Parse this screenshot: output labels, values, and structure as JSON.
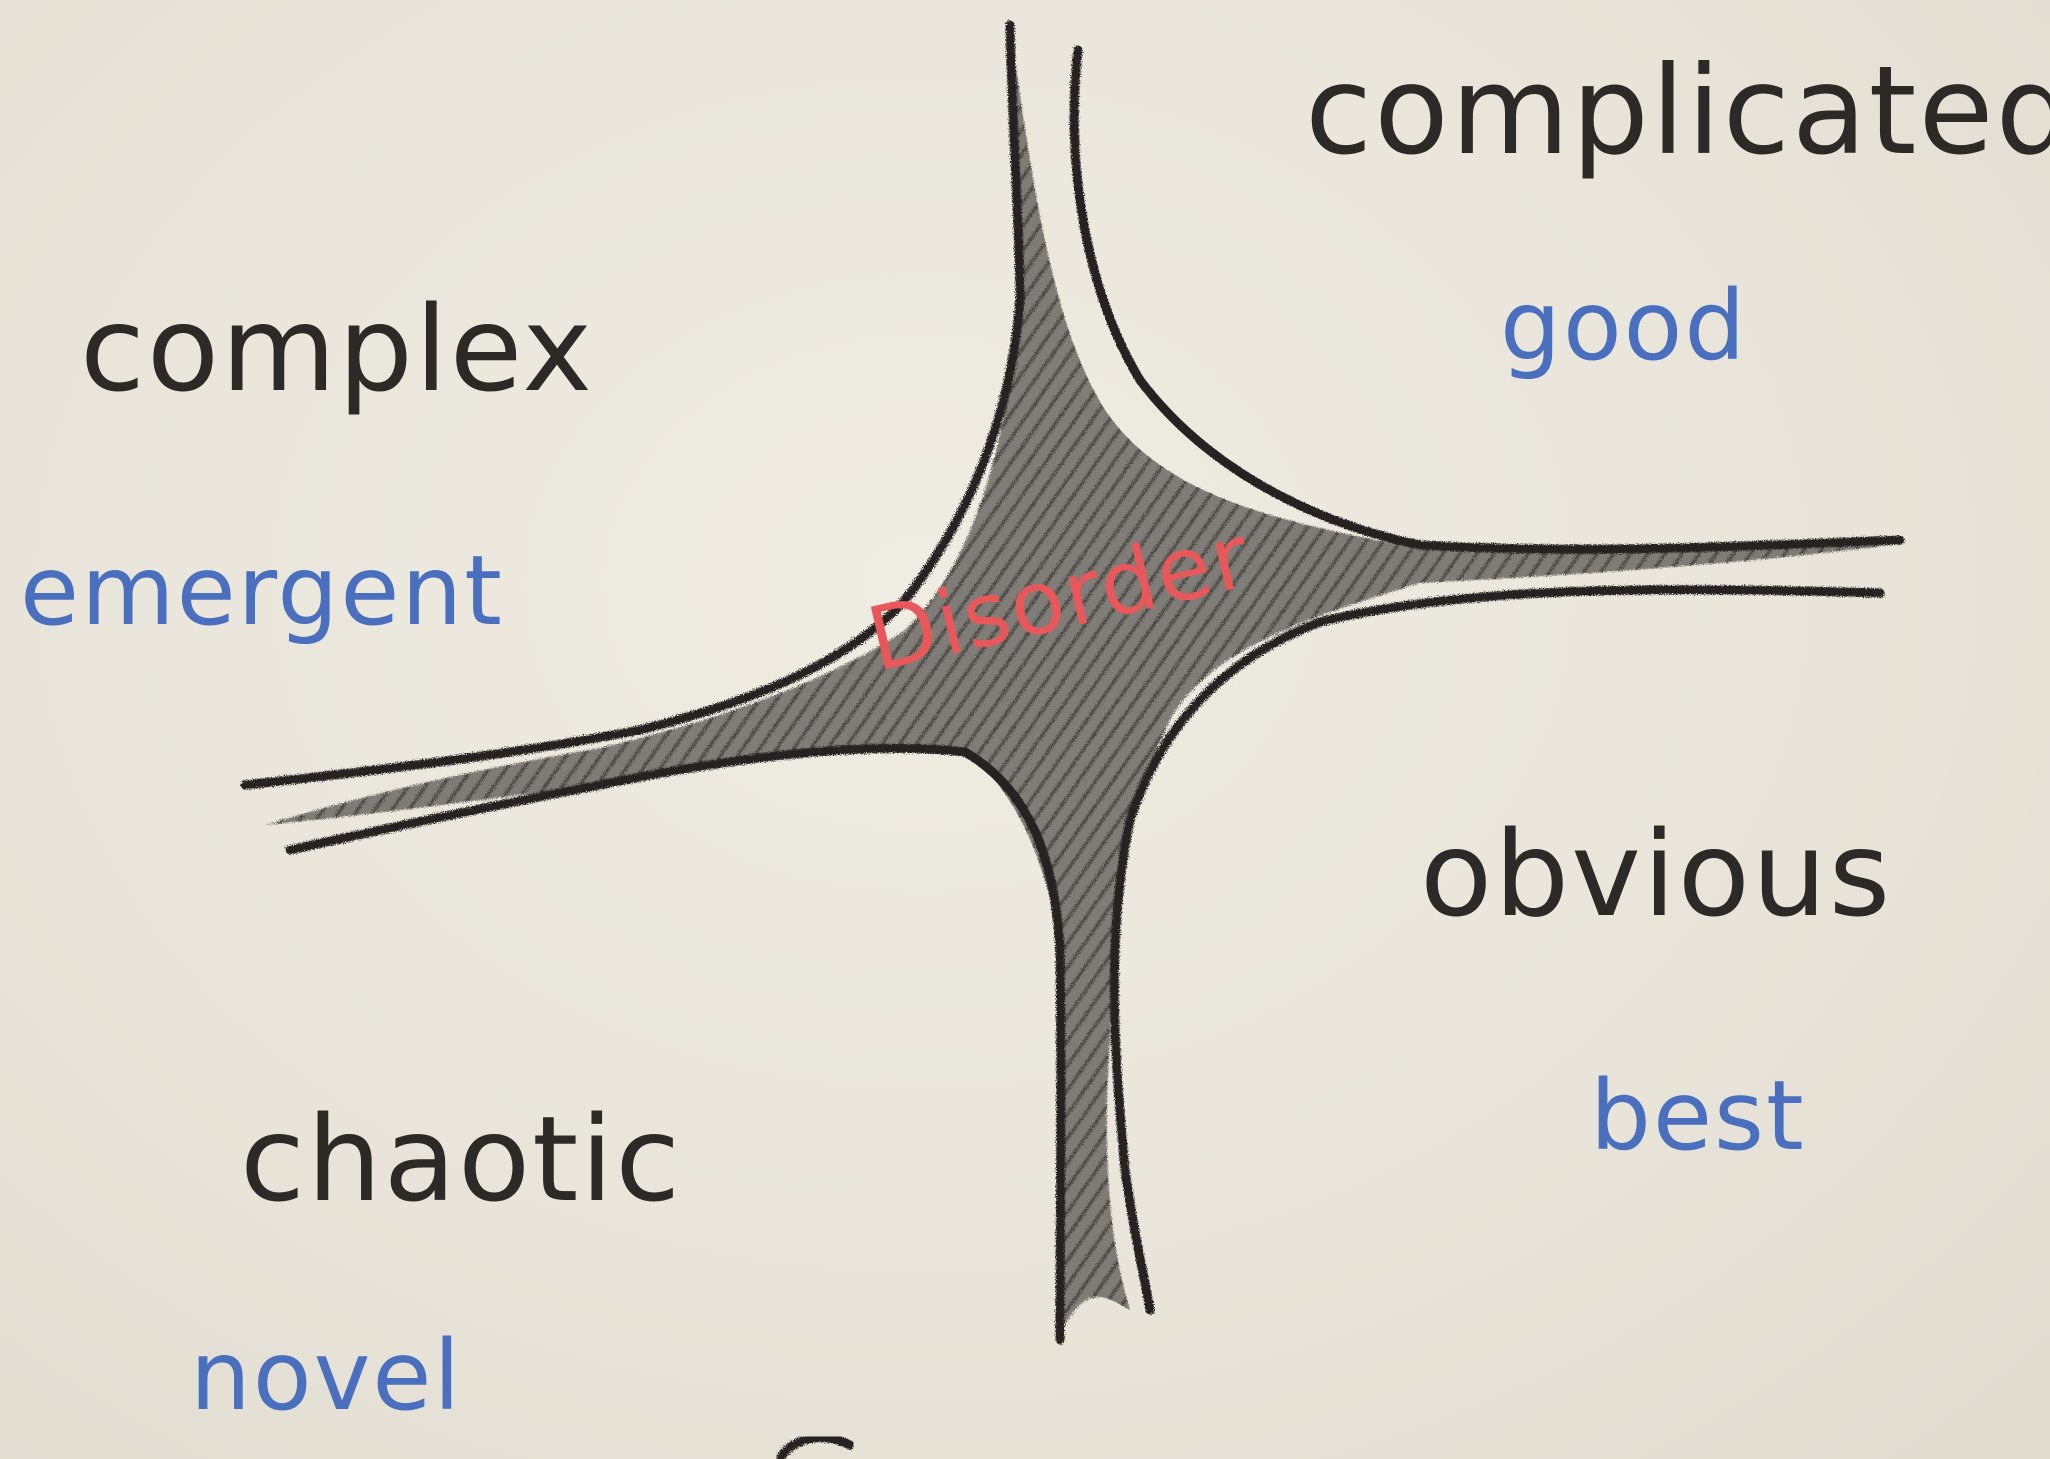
{
  "domains": {
    "complicated": {
      "label": "complicated",
      "practice": "good"
    },
    "complex": {
      "label": "complex",
      "practice": "emergent"
    },
    "obvious": {
      "label": "obvious",
      "practice": "best"
    },
    "chaotic": {
      "label": "chaotic",
      "practice": "novel"
    }
  },
  "center": {
    "label": "Disorder"
  },
  "colors": {
    "ink": "#2b2a27",
    "practice": "#4a6fbf",
    "center": "#e8575a",
    "paper": "#e9e6db"
  }
}
